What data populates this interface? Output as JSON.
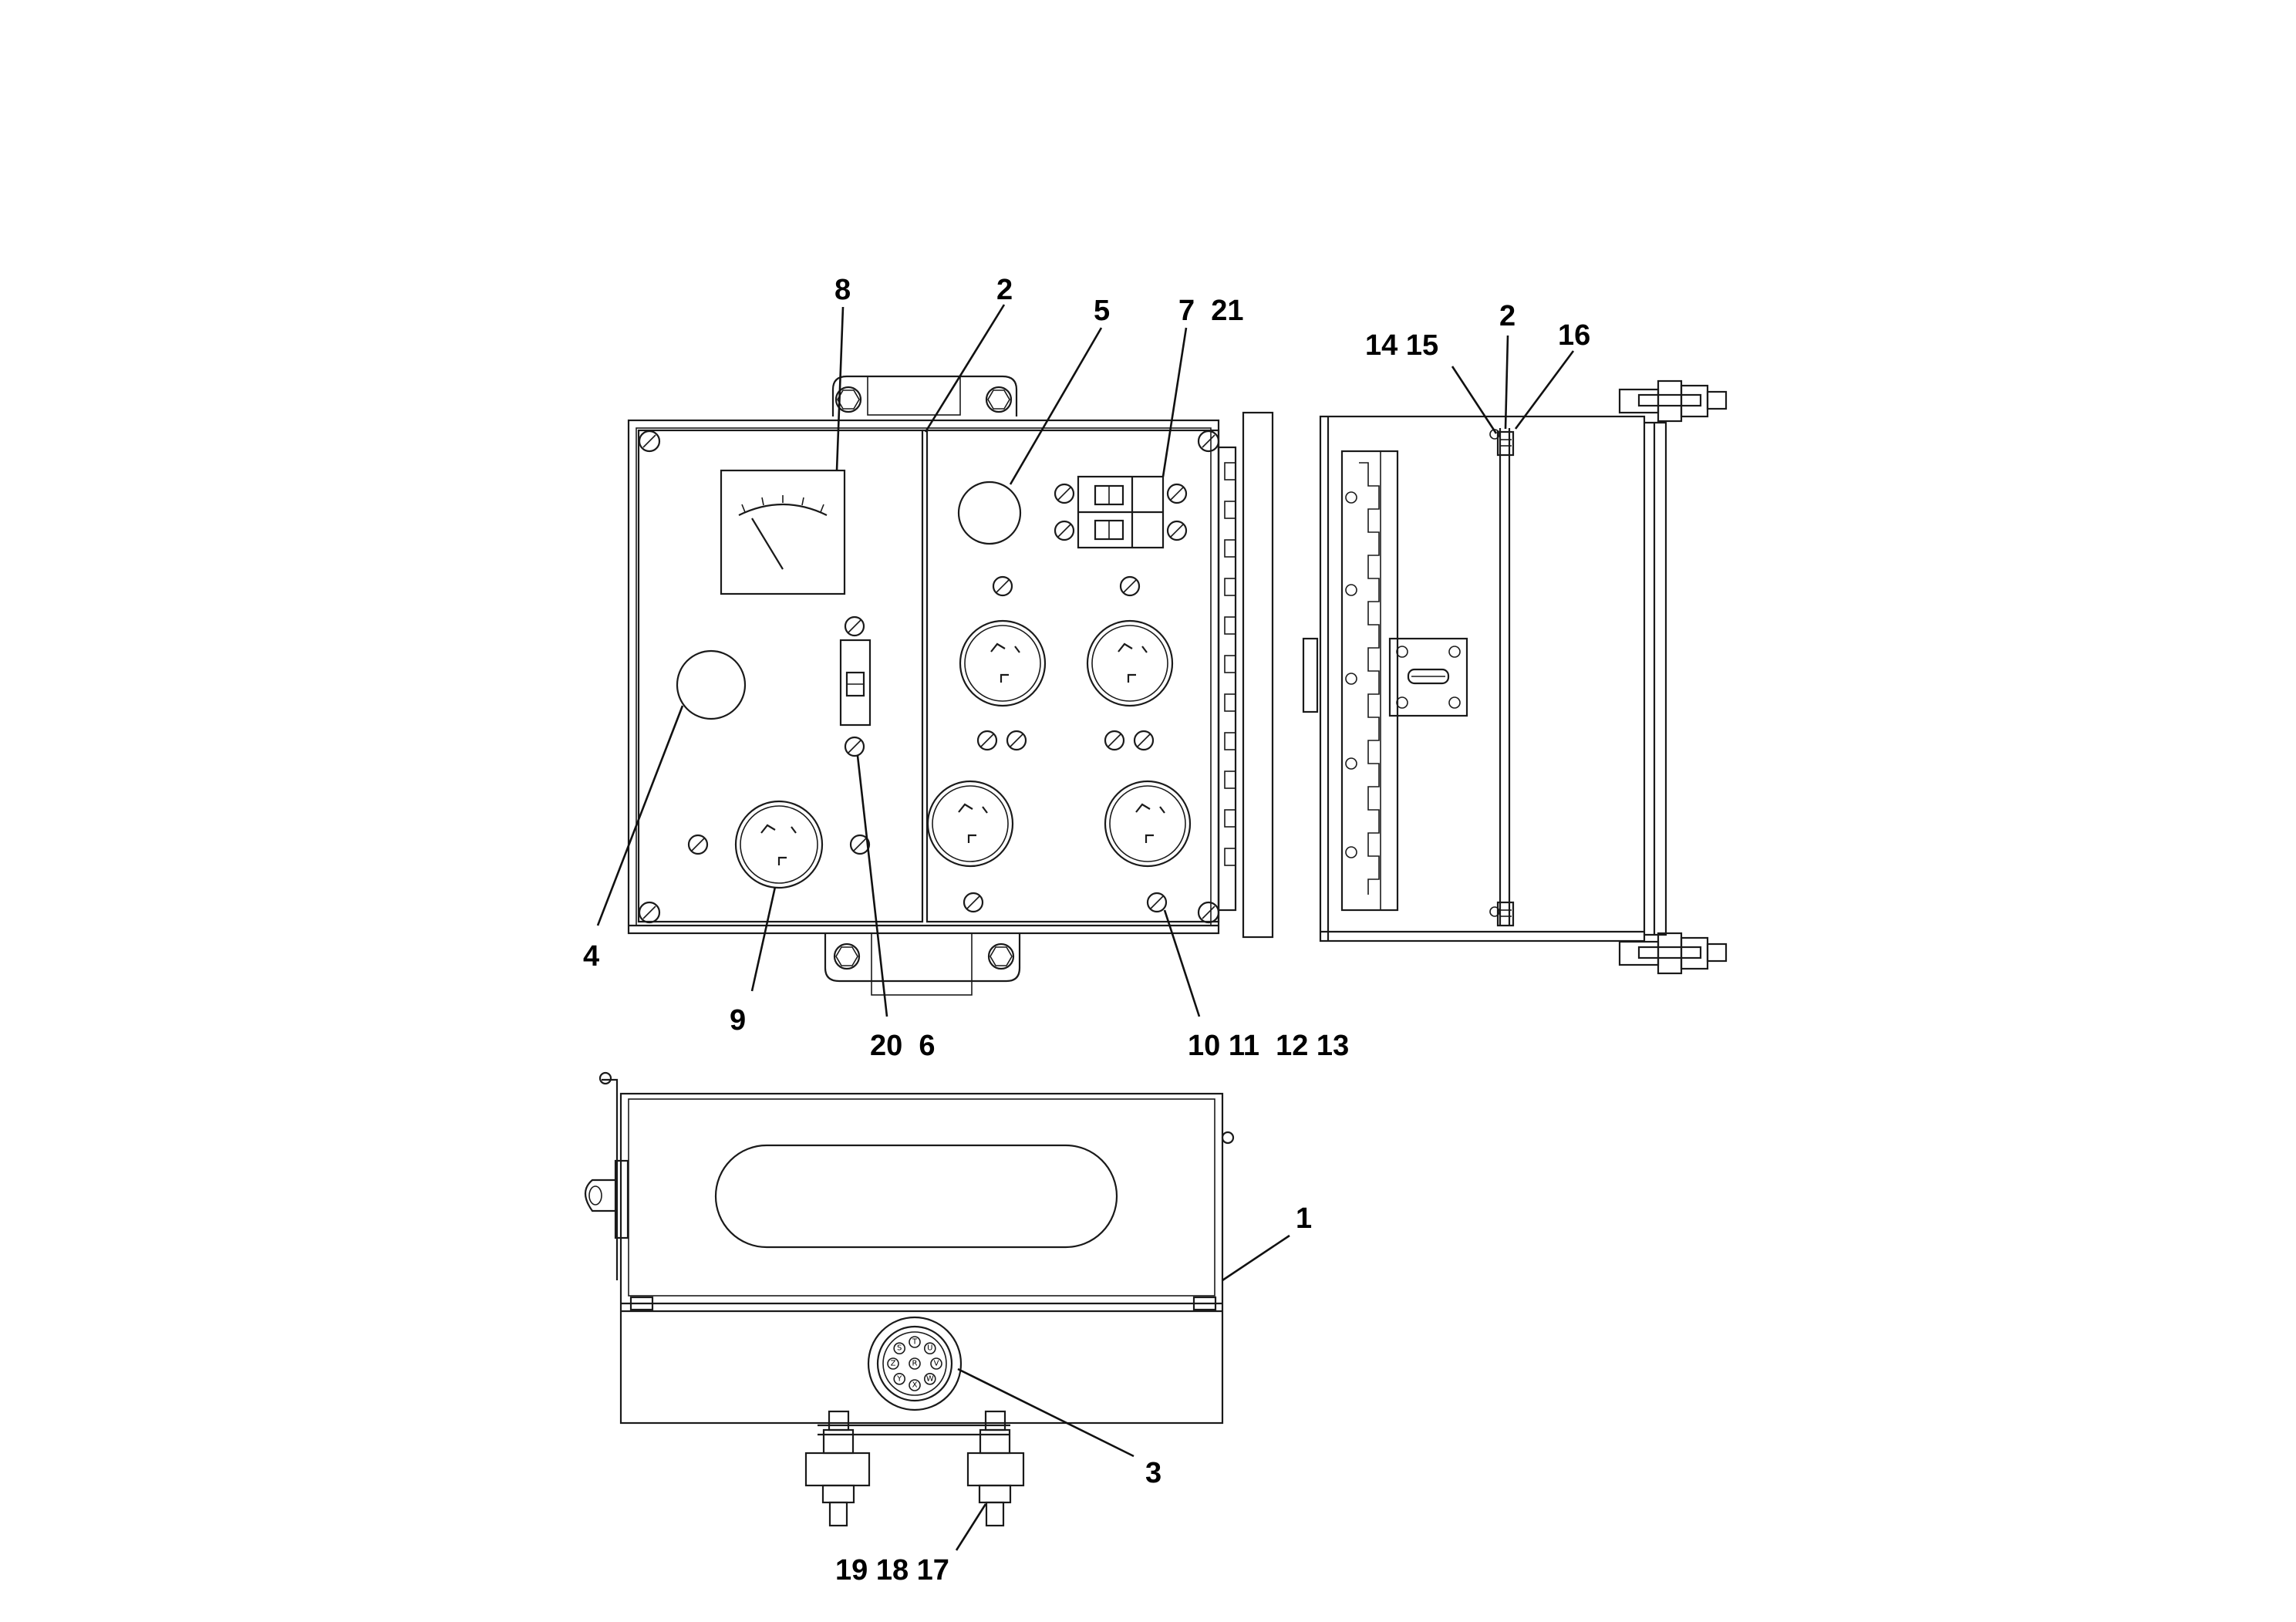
{
  "diagram": {
    "callouts": [
      {
        "id": "c8",
        "text": "8"
      },
      {
        "id": "c2a",
        "text": "2"
      },
      {
        "id": "c5",
        "text": "5"
      },
      {
        "id": "c7_21",
        "text": "7  21"
      },
      {
        "id": "c14_15",
        "text": "14 15"
      },
      {
        "id": "c2b",
        "text": "2"
      },
      {
        "id": "c16",
        "text": "16"
      },
      {
        "id": "c4",
        "text": "4"
      },
      {
        "id": "c9",
        "text": "9"
      },
      {
        "id": "c20_6",
        "text": "20  6"
      },
      {
        "id": "c10_13",
        "text": "10 11  12 13"
      },
      {
        "id": "c1",
        "text": "1"
      },
      {
        "id": "c3",
        "text": "3"
      },
      {
        "id": "c19_17",
        "text": "19 18 17"
      }
    ],
    "connector_pins": [
      "T",
      "U",
      "V",
      "W",
      "X",
      "Y",
      "Z",
      "S",
      "R"
    ]
  }
}
